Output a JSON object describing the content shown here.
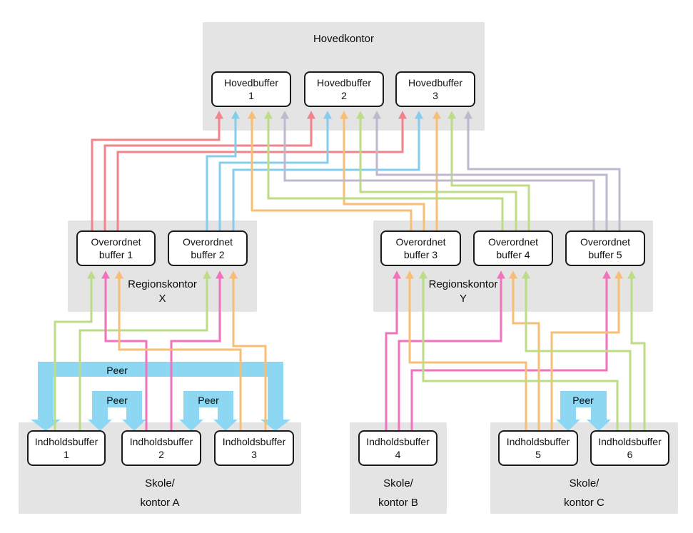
{
  "colors": {
    "salmon": "#F2838B",
    "sky": "#85CDEC",
    "orange": "#F7BE75",
    "green": "#BCDC86",
    "lavender": "#BFB8CE",
    "pink": "#F272BE",
    "peer_blue": "#8ED7F3",
    "panel_gray": "#E4E4E4",
    "box_border": "#1A1A1A"
  },
  "head_office": {
    "label": "Hovedkontor",
    "buffers": [
      {
        "line1": "Hovedbuffer",
        "line2": "1"
      },
      {
        "line1": "Hovedbuffer",
        "line2": "2"
      },
      {
        "line1": "Hovedbuffer",
        "line2": "3"
      }
    ]
  },
  "regions": [
    {
      "label_line1": "Regionskontor",
      "label_line2": "X",
      "buffers": [
        {
          "line1": "Overordnet",
          "line2": "buffer 1"
        },
        {
          "line1": "Overordnet",
          "line2": "buffer 2"
        }
      ]
    },
    {
      "label_line1": "Regionskontor",
      "label_line2": "Y",
      "buffers": [
        {
          "line1": "Overordnet",
          "line2": "buffer 3"
        },
        {
          "line1": "Overordnet",
          "line2": "buffer 4"
        },
        {
          "line1": "Overordnet",
          "line2": "buffer 5"
        }
      ]
    }
  ],
  "sites": [
    {
      "label_line1": "Skole/",
      "label_line2": "kontor A",
      "buffers": [
        {
          "line1": "Indholdsbuffer",
          "line2": "1"
        },
        {
          "line1": "Indholdsbuffer",
          "line2": "2"
        },
        {
          "line1": "Indholdsbuffer",
          "line2": "3"
        }
      ]
    },
    {
      "label_line1": "Skole/",
      "label_line2": "kontor B",
      "buffers": [
        {
          "line1": "Indholdsbuffer",
          "line2": "4"
        }
      ]
    },
    {
      "label_line1": "Skole/",
      "label_line2": "kontor C",
      "buffers": [
        {
          "line1": "Indholdsbuffer",
          "line2": "5"
        },
        {
          "line1": "Indholdsbuffer",
          "line2": "6"
        }
      ]
    }
  ],
  "peer_label": "Peer",
  "connections": {
    "regional_to_head": [
      {
        "from": "Overordnet buffer 1",
        "to": "Hovedbuffer 1",
        "color": "salmon"
      },
      {
        "from": "Overordnet buffer 1",
        "to": "Hovedbuffer 2",
        "color": "salmon"
      },
      {
        "from": "Overordnet buffer 1",
        "to": "Hovedbuffer 3",
        "color": "salmon"
      },
      {
        "from": "Overordnet buffer 2",
        "to": "Hovedbuffer 1",
        "color": "sky"
      },
      {
        "from": "Overordnet buffer 2",
        "to": "Hovedbuffer 2",
        "color": "sky"
      },
      {
        "from": "Overordnet buffer 2",
        "to": "Hovedbuffer 3",
        "color": "sky"
      },
      {
        "from": "Overordnet buffer 3",
        "to": "Hovedbuffer 1",
        "color": "orange"
      },
      {
        "from": "Overordnet buffer 3",
        "to": "Hovedbuffer 2",
        "color": "orange"
      },
      {
        "from": "Overordnet buffer 3",
        "to": "Hovedbuffer 3",
        "color": "orange"
      },
      {
        "from": "Overordnet buffer 4",
        "to": "Hovedbuffer 1",
        "color": "green"
      },
      {
        "from": "Overordnet buffer 4",
        "to": "Hovedbuffer 2",
        "color": "green"
      },
      {
        "from": "Overordnet buffer 4",
        "to": "Hovedbuffer 3",
        "color": "green"
      },
      {
        "from": "Overordnet buffer 5",
        "to": "Hovedbuffer 1",
        "color": "lavender"
      },
      {
        "from": "Overordnet buffer 5",
        "to": "Hovedbuffer 2",
        "color": "lavender"
      },
      {
        "from": "Overordnet buffer 5",
        "to": "Hovedbuffer 3",
        "color": "lavender"
      }
    ],
    "content_to_regional": [
      {
        "from": "Indholdsbuffer 1",
        "to": "Overordnet buffer 1",
        "color": "green"
      },
      {
        "from": "Indholdsbuffer 1",
        "to": "Overordnet buffer 2",
        "color": "green"
      },
      {
        "from": "Indholdsbuffer 2",
        "to": "Overordnet buffer 1",
        "color": "pink"
      },
      {
        "from": "Indholdsbuffer 2",
        "to": "Overordnet buffer 2",
        "color": "pink"
      },
      {
        "from": "Indholdsbuffer 3",
        "to": "Overordnet buffer 1",
        "color": "orange"
      },
      {
        "from": "Indholdsbuffer 3",
        "to": "Overordnet buffer 2",
        "color": "orange"
      },
      {
        "from": "Indholdsbuffer 4",
        "to": "Overordnet buffer 3",
        "color": "pink"
      },
      {
        "from": "Indholdsbuffer 4",
        "to": "Overordnet buffer 4",
        "color": "pink"
      },
      {
        "from": "Indholdsbuffer 4",
        "to": "Overordnet buffer 5",
        "color": "pink"
      },
      {
        "from": "Indholdsbuffer 5",
        "to": "Overordnet buffer 3",
        "color": "orange"
      },
      {
        "from": "Indholdsbuffer 5",
        "to": "Overordnet buffer 4",
        "color": "orange"
      },
      {
        "from": "Indholdsbuffer 5",
        "to": "Overordnet buffer 5",
        "color": "orange"
      },
      {
        "from": "Indholdsbuffer 6",
        "to": "Overordnet buffer 3",
        "color": "green"
      },
      {
        "from": "Indholdsbuffer 6",
        "to": "Overordnet buffer 4",
        "color": "green"
      },
      {
        "from": "Indholdsbuffer 6",
        "to": "Overordnet buffer 5",
        "color": "green"
      }
    ],
    "peer_links": [
      {
        "between": [
          "Indholdsbuffer 1",
          "Indholdsbuffer 3"
        ],
        "label": "Peer"
      },
      {
        "between": [
          "Indholdsbuffer 1",
          "Indholdsbuffer 2"
        ],
        "label": "Peer"
      },
      {
        "between": [
          "Indholdsbuffer 2",
          "Indholdsbuffer 3"
        ],
        "label": "Peer"
      },
      {
        "between": [
          "Indholdsbuffer 5",
          "Indholdsbuffer 6"
        ],
        "label": "Peer"
      }
    ]
  }
}
